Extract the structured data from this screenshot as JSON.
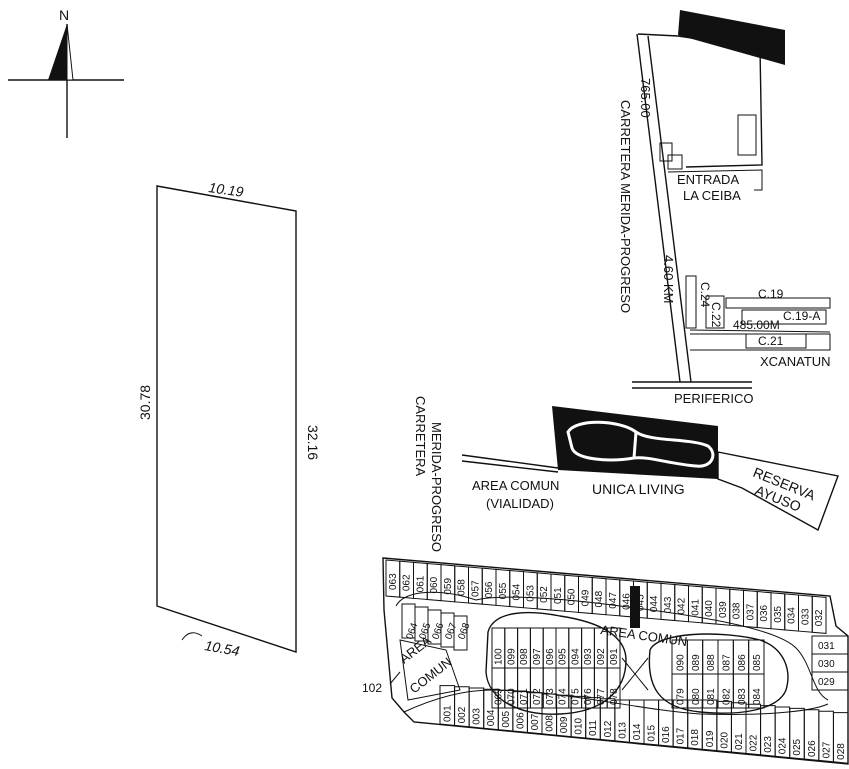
{
  "compass": {
    "north_label": "N",
    "icon": "north-arrow-icon"
  },
  "lot_survey": {
    "top": "10.19",
    "left": "30.78",
    "right": "32.16",
    "bottom": "10.54"
  },
  "location_map": {
    "distance_north": "765.00",
    "highway_label": "CARRETERA MERIDA-PROGRESO",
    "distance_km": "4.60 KM",
    "entrance_line1": "ENTRADA",
    "entrance_line2": "LA CEIBA",
    "street_c24": "C.24",
    "street_c22": "C.22",
    "street_c19": "C.19",
    "street_c19a": "C.19-A",
    "distance_m": "485.00M",
    "street_c21": "C.21",
    "xcanatun": "XCANATUN",
    "periferico": "PERIFERICO"
  },
  "development_map": {
    "highway_line1": "CARRETERA",
    "highway_line2": "MERIDA-PROGRESO",
    "common_area_line1": "AREA COMUN",
    "common_area_line2": "(VIALIDAD)",
    "development_name": "UNICA LIVING",
    "reserve_line1": "RESERVA",
    "reserve_line2": "AYUSO"
  },
  "lot_plan": {
    "common_area_center": "AREA  COMUN",
    "common_area_west_line1": "AREA",
    "common_area_west_line2": "COMUN",
    "callout_102": "102",
    "top_lots": [
      "063",
      "062",
      "061",
      "060",
      "059",
      "058",
      "057",
      "056",
      "055",
      "054",
      "053",
      "052",
      "051",
      "050",
      "049",
      "048",
      "047",
      "046",
      "045",
      "044",
      "043",
      "042",
      "041",
      "040",
      "039",
      "038",
      "037",
      "036",
      "035",
      "034",
      "033",
      "032"
    ],
    "east_lots": [
      "031",
      "030",
      "029"
    ],
    "bottom_lots": [
      "001",
      "002",
      "003",
      "004",
      "005",
      "006",
      "007",
      "008",
      "009",
      "010",
      "011",
      "012",
      "013",
      "014",
      "015",
      "016",
      "017",
      "018",
      "019",
      "020",
      "021",
      "022",
      "023",
      "024",
      "025",
      "026",
      "027",
      "028"
    ],
    "west_lots": [
      "064",
      "065",
      "066",
      "067",
      "068"
    ],
    "island_west_lots": [
      "100",
      "069",
      "099",
      "070",
      "098",
      "071",
      "097",
      "072",
      "096",
      "073",
      "095",
      "074",
      "094",
      "075",
      "093",
      "076",
      "092",
      "077",
      "091",
      "078"
    ],
    "island_east_lots": [
      "090",
      "079",
      "089",
      "080",
      "088",
      "081",
      "087",
      "082",
      "086",
      "083",
      "085",
      "084"
    ]
  }
}
